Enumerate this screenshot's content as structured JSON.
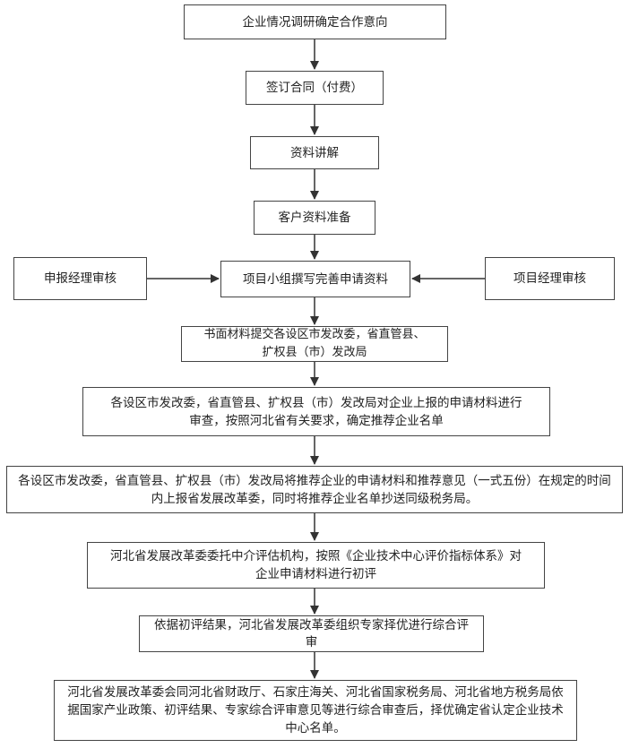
{
  "steps": {
    "s1": "企业情况调研确定合作意向",
    "s2": "签订合同（付费）",
    "s3": "资料讲解",
    "s4": "客户资料准备",
    "s5": "项目小组撰写完善申请资料",
    "side_left": "申报经理审核",
    "side_right": "项目经理审核",
    "s6": "书面材料提交各设区市发改委，省直管县、扩权县（市）发改局",
    "s7": "各设区市发改委，省直管县、扩权县（市）发改局对企业上报的申请材料进行审查，按照河北省有关要求，确定推荐企业名单",
    "s8": "各设区市发改委，省直管县、扩权县（市）发改局将推荐企业的申请材料和推荐意见（一式五份）在规定的时间内上报省发展改革委，同时将推荐企业名单抄送同级税务局。",
    "s9": "河北省发展改革委委托中介评估机构，按照《企业技术中心评价指标体系》对企业申请材料进行初评",
    "s10": "依据初评结果，河北省发展改革委组织专家择优进行综合评审",
    "s11": "河北省发展改革委会同河北省财政厅、石家庄海关、河北省国家税务局、河北省地方税务局依据国家产业政策、初评结果、专家综合评审意见等进行综合审查后，择优确定省认定企业技术中心名单。"
  }
}
